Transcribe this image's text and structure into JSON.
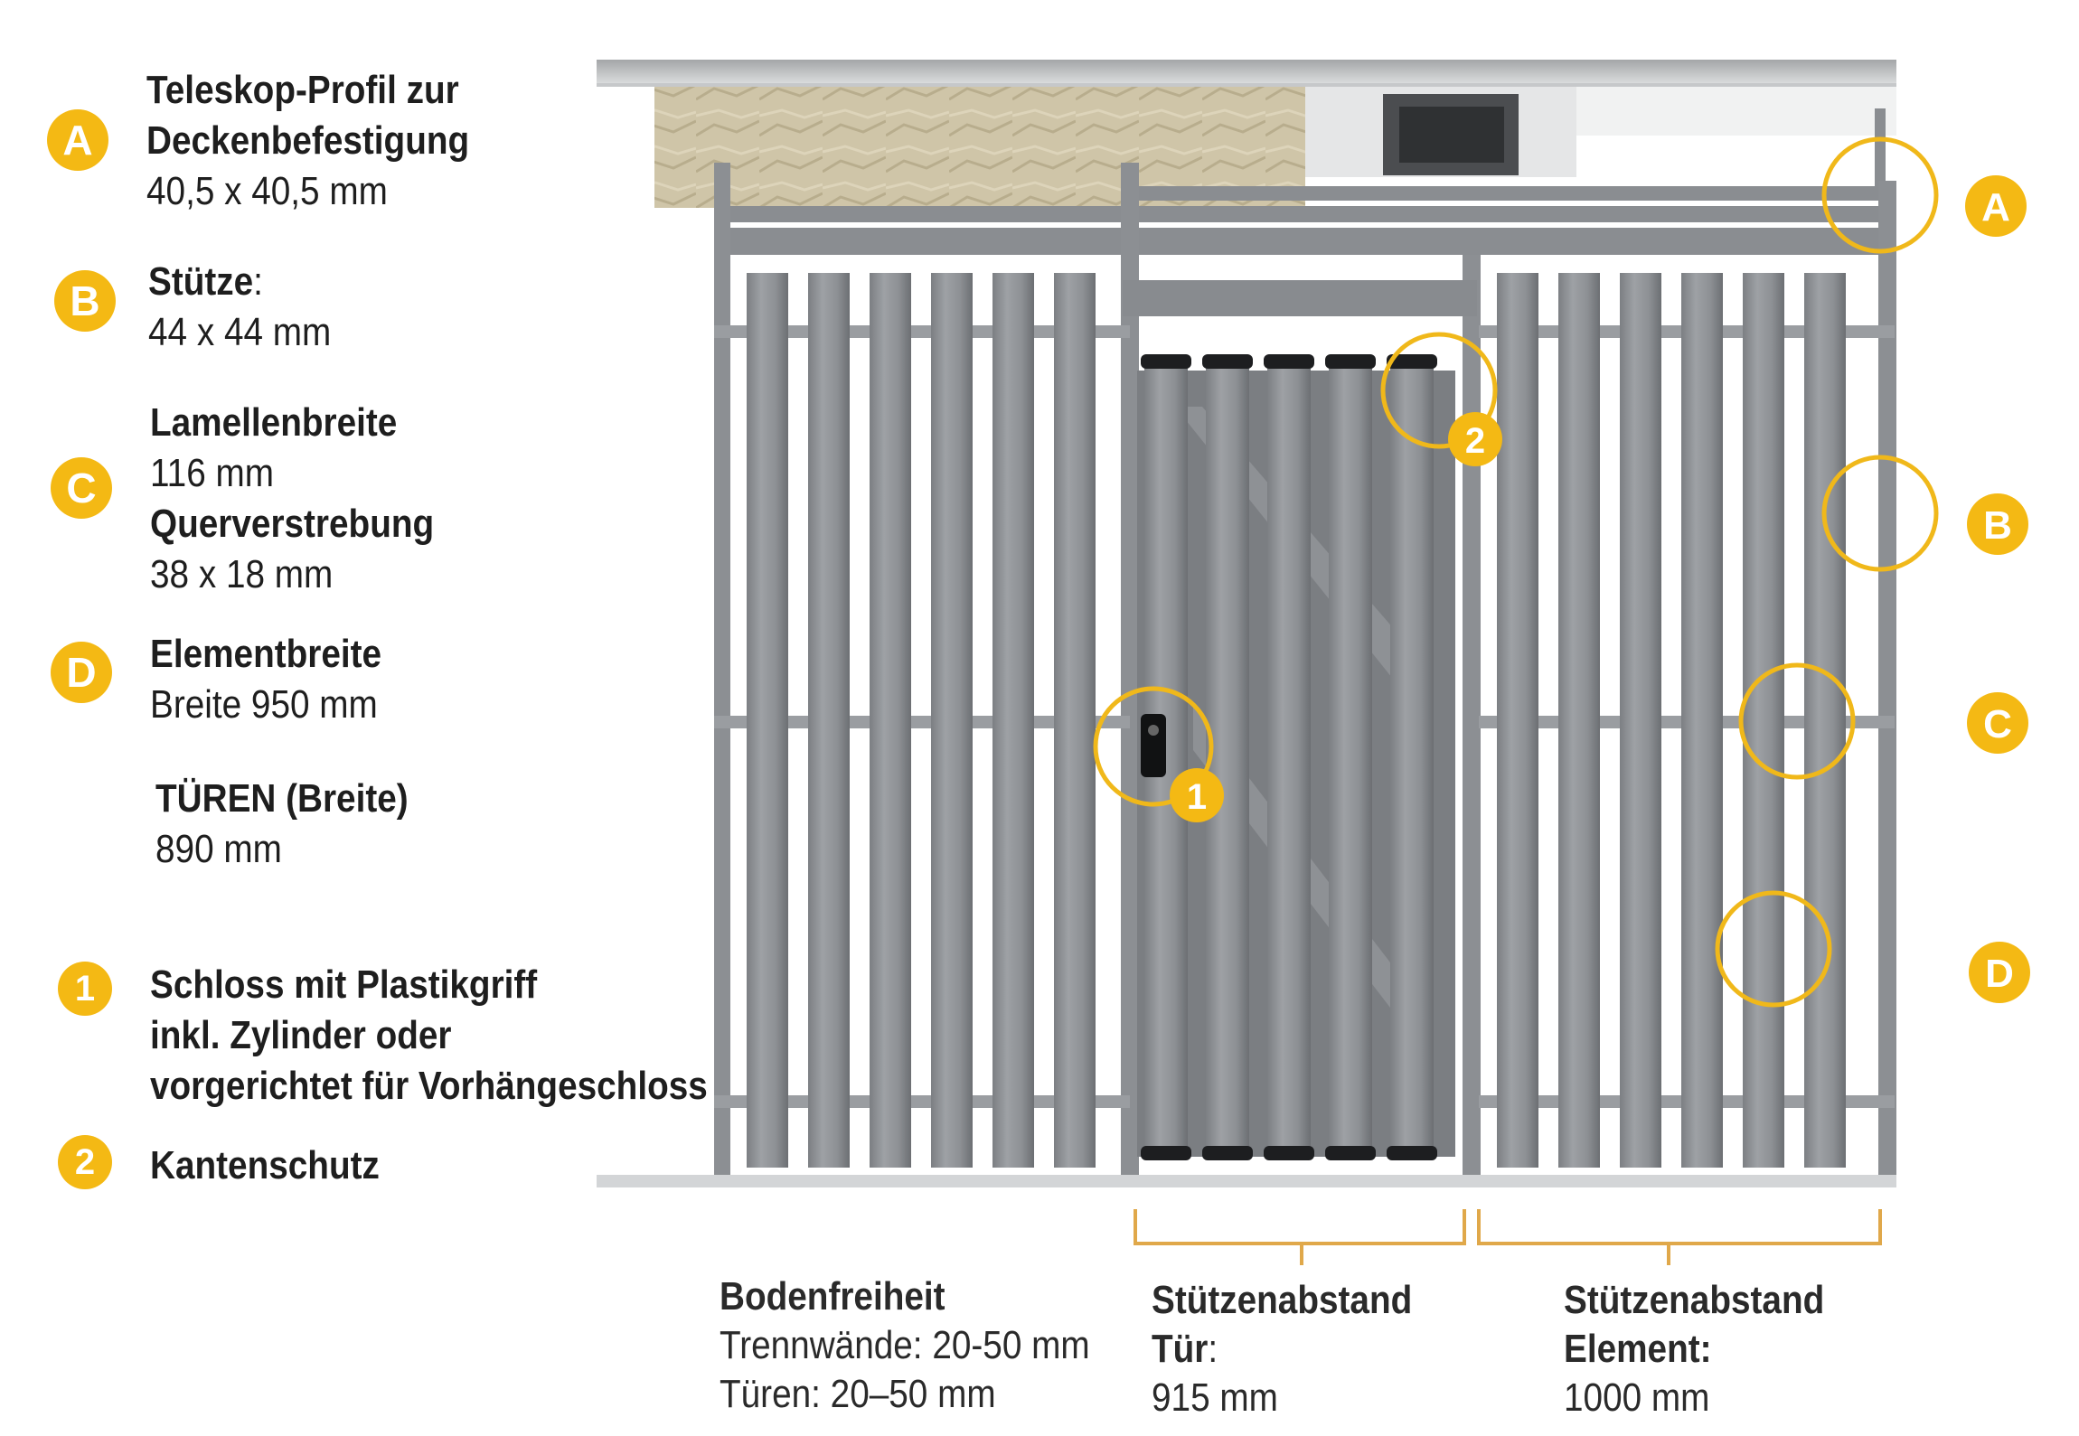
{
  "legend": [
    {
      "id": "A",
      "title_lines": [
        "Teleskop-Profil zur",
        "Deckenbefestigung"
      ],
      "value_lines": [
        "40,5 x 40,5 mm"
      ]
    },
    {
      "id": "B",
      "title_lines": [
        "Stütze"
      ],
      "title_suffix": ":",
      "value_lines": [
        "44 x 44 mm"
      ]
    },
    {
      "id": "C",
      "title_lines": [
        "Lamellenbreite"
      ],
      "value_lines": [
        "116 mm"
      ],
      "title2_lines": [
        "Querverstrebung"
      ],
      "value2_lines": [
        "38 x 18 mm"
      ]
    },
    {
      "id": "D",
      "title_lines": [
        "Elementbreite"
      ],
      "value_lines": [
        "Breite 950 mm"
      ]
    }
  ],
  "doors": {
    "title": "TÜREN (Breite)",
    "value": "890 mm"
  },
  "features": [
    {
      "id": "1",
      "lines": [
        "Schloss mit Plastikgriff",
        "inkl. Zylinder oder",
        "vorgerichtet für Vorhängeschloss"
      ]
    },
    {
      "id": "2",
      "lines": [
        "Kantenschutz"
      ]
    }
  ],
  "callouts": [
    "A",
    "B",
    "C",
    "D",
    "1",
    "2"
  ],
  "dimensions": {
    "clearance": {
      "title": "Bodenfreiheit",
      "line1": "Trennwände: 20-50 mm",
      "line2": "Türen: 20–50 mm"
    },
    "door_spacing": {
      "title_line1": "Stützenabstand",
      "title_line2": "Tür",
      "title_suffix": ":",
      "value": "915 mm"
    },
    "element_spacing": {
      "title_line1": "Stützenabstand",
      "title_line2": "Element:",
      "value": "1000 mm"
    }
  },
  "colors": {
    "accent": "#f4b914",
    "steel": "#8f9296",
    "steel_dark": "#6f7276",
    "dim_line": "#e0a84a"
  }
}
